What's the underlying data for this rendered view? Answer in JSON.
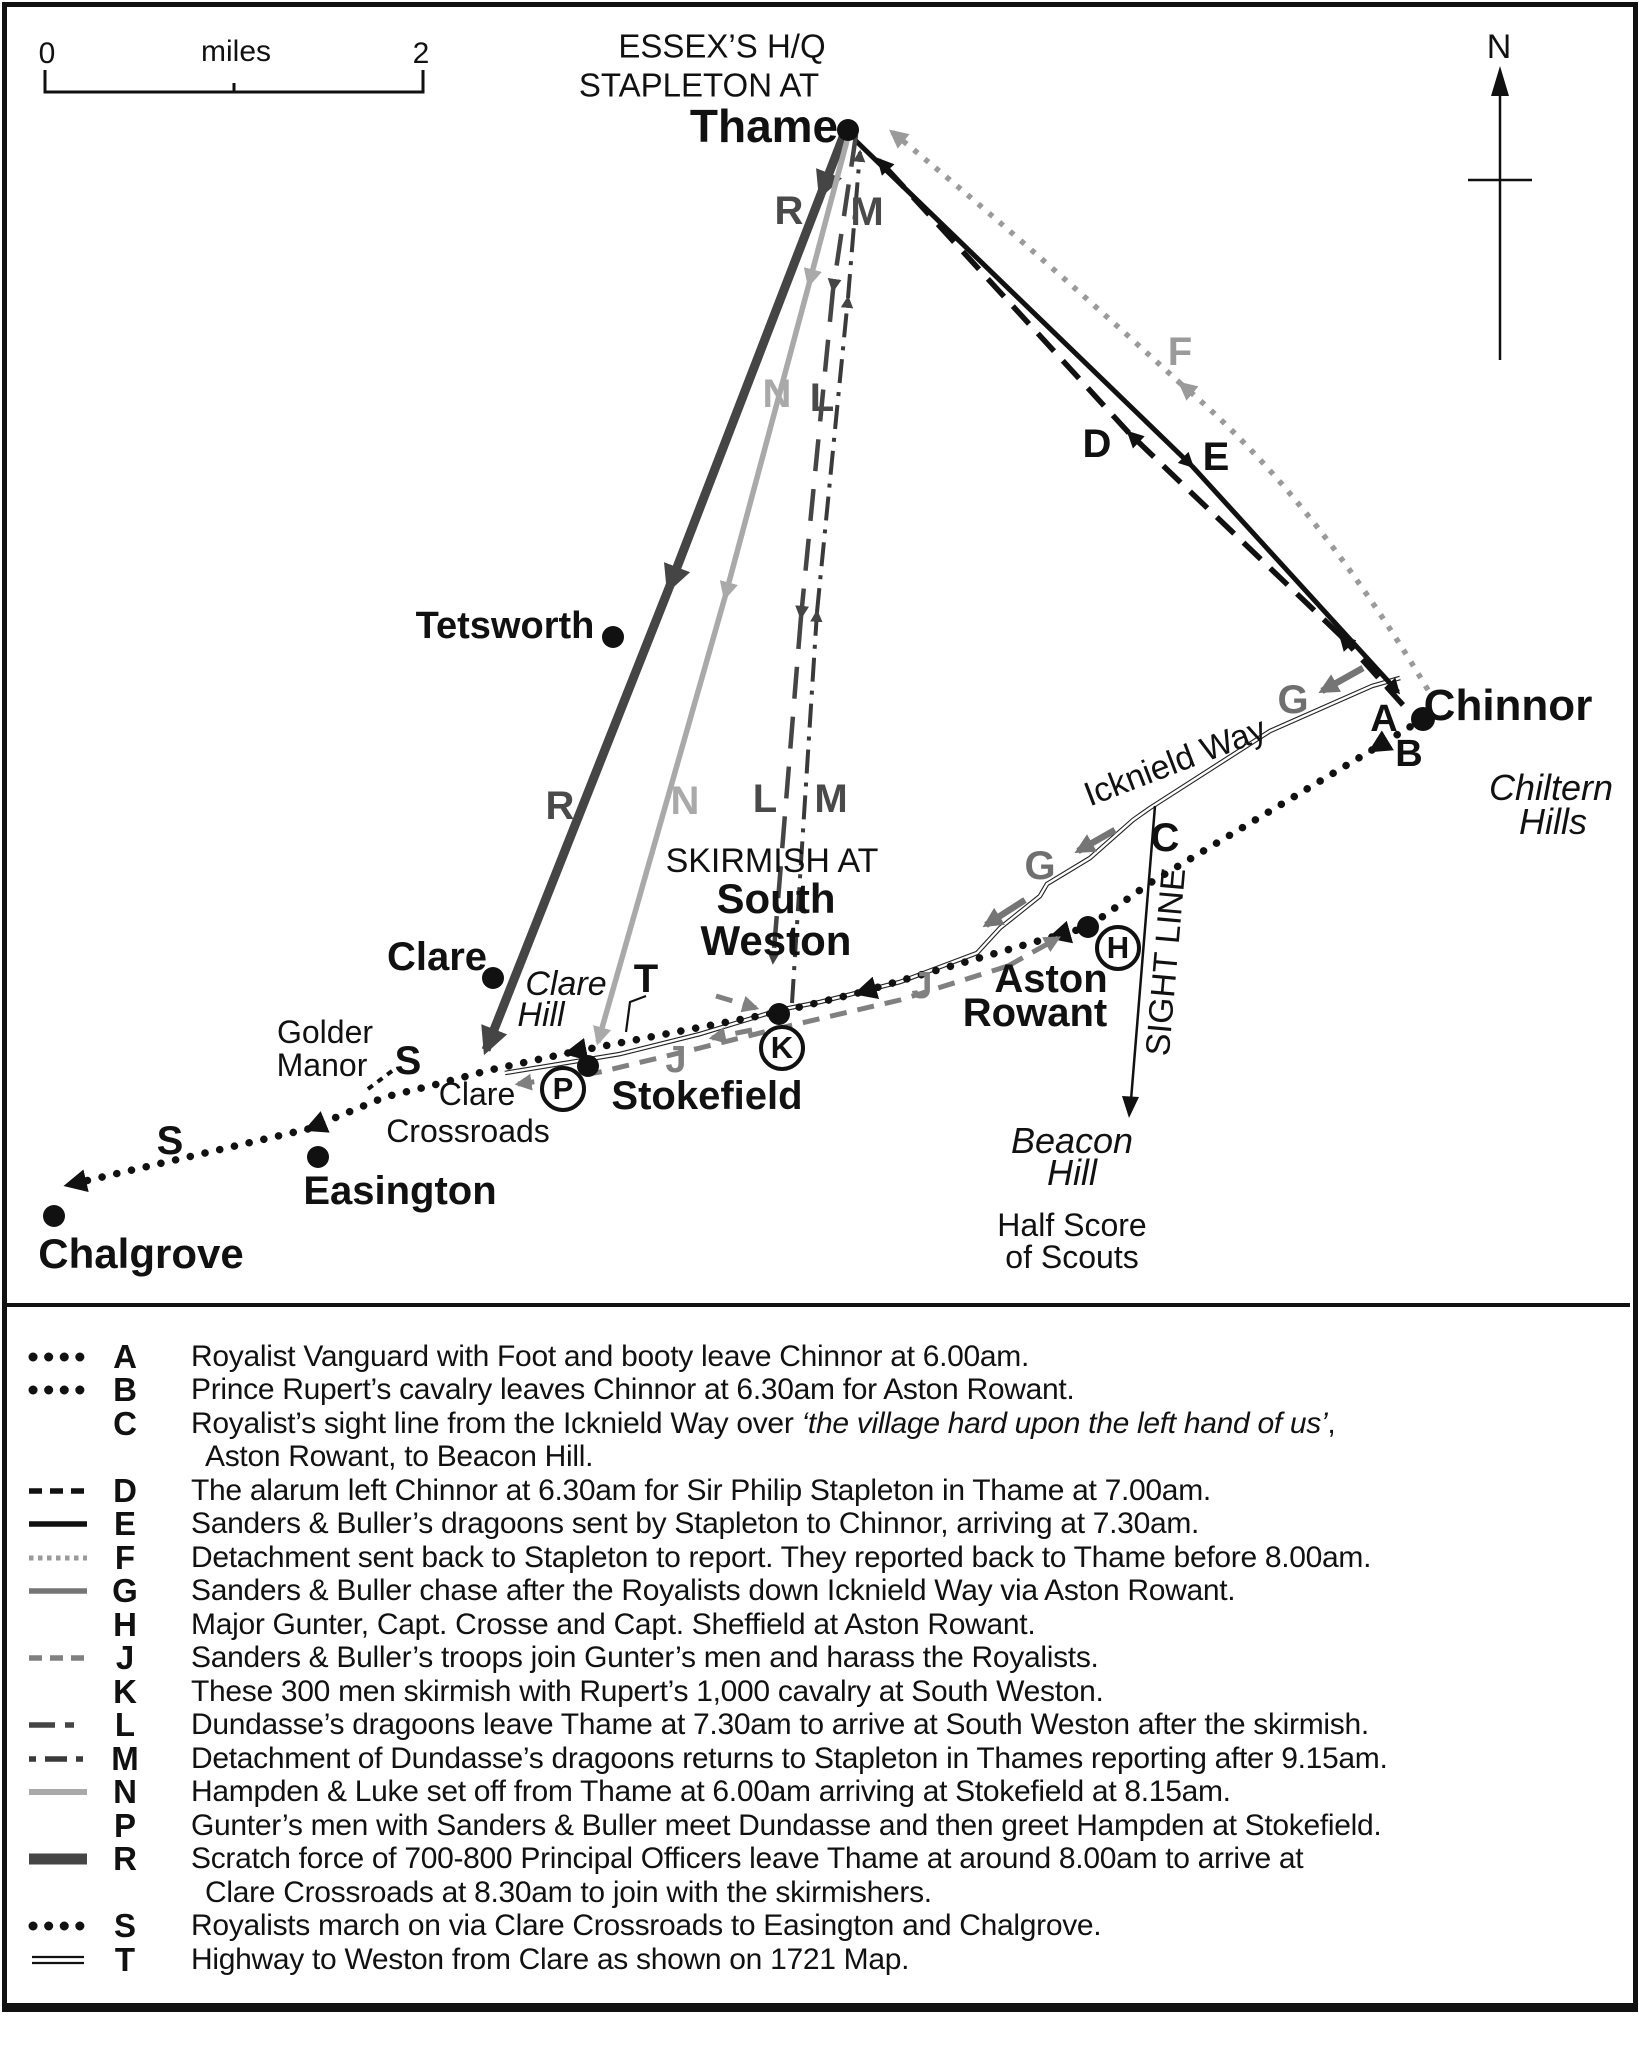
{
  "colors": {
    "black": "#111111",
    "dark_gray": "#454545",
    "mid_gray": "#757575",
    "j_gray": "#808080",
    "light_gray": "#a9a9a9",
    "f_gray": "#9a9a9a"
  },
  "scalebar": {
    "zero": "0",
    "unit": "miles",
    "two": "2"
  },
  "compass": {
    "label": "N"
  },
  "map": {
    "hq_line1": "ESSEX’S H/Q",
    "hq_line2": "STAPLETON AT",
    "places": {
      "thame": "Thame",
      "tetsworth": "Tetsworth",
      "chinnor": "Chinnor",
      "clare": "Clare",
      "stokefield": "Stokefield",
      "easington": "Easington",
      "chalgrove": "Chalgrove",
      "aston_line1": "Aston",
      "aston_line2": "Rowant",
      "south": "South",
      "weston": "Weston"
    },
    "features": {
      "chiltern_line1": "Chiltern",
      "chiltern_line2": "Hills",
      "icknield_way": "Icknield Way",
      "sight_line": "SIGHT LINE",
      "beacon_line1": "Beacon",
      "beacon_line2": "Hill",
      "half_score_line1": "Half Score",
      "half_score_line2": "of Scouts",
      "clare_hill_line1": "Clare",
      "clare_hill_line2": "Hill",
      "golder_line1": "Golder",
      "golder_line2": "Manor",
      "crossroads_line1": "Clare",
      "crossroads_line2": "Crossroads",
      "skirmish": "SKIRMISH AT"
    },
    "route_letters": {
      "r1": "R",
      "m1": "M",
      "n1": "N",
      "l1": "L",
      "d": "D",
      "e": "E",
      "f": "F",
      "g1": "G",
      "g2": "G",
      "a": "A",
      "b": "B",
      "c": "C",
      "j1": "J",
      "j2": "J",
      "r2": "R",
      "n2": "N",
      "l2": "L",
      "m2": "M",
      "s1": "S",
      "s2": "S",
      "t": "T",
      "h": "H",
      "k": "K",
      "p": "P"
    }
  },
  "legend": {
    "entries": [
      {
        "letter": "A",
        "glyph": "bold-dots",
        "text": "Royalist Vanguard with Foot and booty leave Chinnor at 6.00am."
      },
      {
        "letter": "B",
        "glyph": "bold-dots",
        "text": "Prince Rupert’s cavalry leaves Chinnor at 6.30am for Aston Rowant."
      },
      {
        "letter": "C",
        "glyph": "none",
        "pre": "Royalist’s sight line from the Icknield Way over ",
        "quote": "‘the village hard upon the left hand of us’",
        "post": ",",
        "text2": "Aston Rowant, to Beacon Hill."
      },
      {
        "letter": "D",
        "glyph": "black-dash",
        "text": "The alarum left Chinnor at 6.30am for Sir Philip Stapleton in Thame at 7.00am."
      },
      {
        "letter": "E",
        "glyph": "black-solid",
        "text": "Sanders & Buller’s dragoons sent by Stapleton to Chinnor, arriving at 7.30am."
      },
      {
        "letter": "F",
        "glyph": "gray-dots",
        "text": "Detachment sent back to Stapleton to report. They reported back to Thame before 8.00am."
      },
      {
        "letter": "G",
        "glyph": "gray-solid",
        "text": "Sanders & Buller chase after the Royalists down Icknield Way via Aston Rowant."
      },
      {
        "letter": "H",
        "glyph": "none",
        "text": "Major Gunter, Capt. Crosse and Capt. Sheffield at Aston Rowant."
      },
      {
        "letter": "J",
        "glyph": "gray-dash",
        "text": "Sanders & Buller’s troops join Gunter’s men and harass the Royalists."
      },
      {
        "letter": "K",
        "glyph": "none",
        "text": "These 300 men skirmish with Rupert’s 1,000 cavalry at South Weston."
      },
      {
        "letter": "L",
        "glyph": "dark-longdash",
        "text": "Dundasse’s dragoons leave Thame at 7.30am to arrive at South Weston after the skirmish."
      },
      {
        "letter": "M",
        "glyph": "dark-dashdot",
        "text": "Detachment of Dundasse’s dragoons returns to Stapleton in Thames reporting after 9.15am."
      },
      {
        "letter": "N",
        "glyph": "light-solid",
        "text": "Hampden & Luke set off from Thame at 6.00am arriving at Stokefield at 8.15am."
      },
      {
        "letter": "P",
        "glyph": "none",
        "text": "Gunter’s men with Sanders & Buller meet Dundasse and then greet Hampden at Stokefield."
      },
      {
        "letter": "R",
        "glyph": "dark-thick",
        "text": "Scratch force of 700-800 Principal Officers leave Thame at around 8.00am to arrive at",
        "text2": "Clare Crossroads at 8.30am to join with the skirmishers."
      },
      {
        "letter": "S",
        "glyph": "bold-dots",
        "text": "Royalists march on via Clare Crossroads to Easington and Chalgrove."
      },
      {
        "letter": "T",
        "glyph": "double-line",
        "text": "Highway to Weston from Clare as shown on 1721 Map."
      }
    ]
  }
}
